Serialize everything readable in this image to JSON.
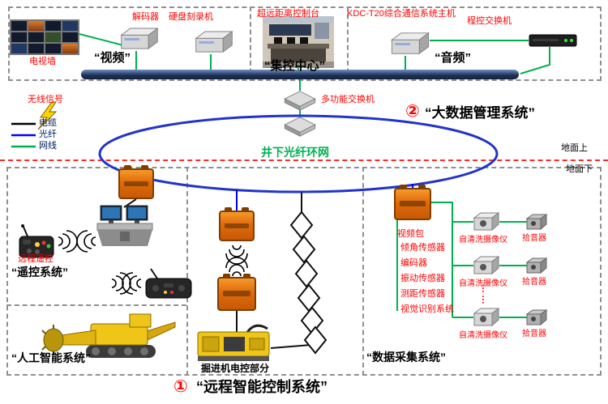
{
  "legend": {
    "wireless_label": "无线信号",
    "cable_label": "电缆",
    "fiber_label": "光纤",
    "ethernet_label": "网线"
  },
  "surface": {
    "video_section": {
      "tv_wall": "电视墙",
      "decoder": "解码器",
      "recorder": "硬盘刻录机",
      "label": "“视频”"
    },
    "control_section": {
      "console": "超远距离控制台",
      "label": "“集控中心”"
    },
    "audio_section": {
      "host": "KDC-T20综合通信系统主机",
      "pbx": "程控交换机",
      "label": "“音频”"
    },
    "switch_label": "多功能交换机",
    "system_number": "②",
    "system_label": "“大数据管理系统”",
    "ground_above": "地面上",
    "ground_below": "地面下"
  },
  "ring_label": "井下光纤环网",
  "underground": {
    "remote_section": {
      "remote_control": "远程遥控",
      "label": "“遥控系统”"
    },
    "ai_section": {
      "label": "“人工智能系统”"
    },
    "machine_label": "掘进机电控部分",
    "daq_section": {
      "video_pack": "视频包",
      "sensors": [
        "倾角传感器",
        "编码器",
        "振动传感器",
        "测距传感器",
        "视觉识别系统"
      ],
      "camera": "自清洗摄像仪",
      "pickup": "拾音器",
      "ellipsis": "……",
      "label": "“数据采集系统”"
    },
    "system_number": "①",
    "system_label": "“远程智能控制系统”"
  },
  "colors": {
    "label_red": "#ff0000",
    "ethernet_green": "#00b050",
    "fiber_blue": "#0000ff",
    "ring_blue": "#2233cc",
    "cable_black": "#111111",
    "orange_box": "#e8690b"
  }
}
